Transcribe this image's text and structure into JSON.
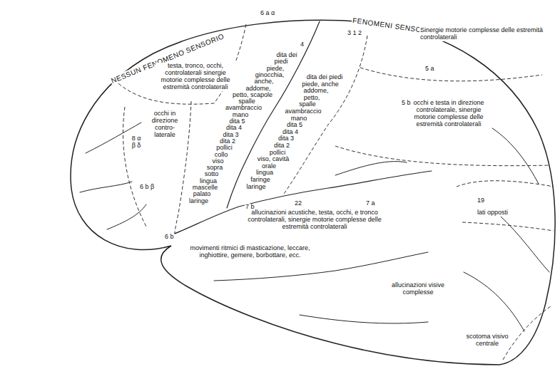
{
  "diagram": {
    "labels": [
      "NESSUN FENOMENO SENSORIO",
      "6 a α",
      "4",
      "FENOMENI SENSORI",
      "3 1 2",
      "Sinergie motorie complesse delle estremità controlaterali",
      "testa, tronco, occhi, controlaterali sinergie motorie complesse delle estremità controlaterali",
      "dita dei",
      "piedi",
      "piede,",
      "ginocchia,",
      "anche,",
      "addome,",
      "petto, scapole",
      "spalle",
      "avambraccio",
      "mano",
      "dita 5",
      "dita 4",
      "dita 3",
      "dita 2",
      "pollici",
      "collo",
      "viso",
      "sopra",
      "sotto",
      "lingua",
      "mascelle",
      "palato",
      "laringe",
      "dita dei piedi",
      "piede, anche",
      "addome,",
      "petto,",
      "spalle",
      "avambraccio",
      "mano",
      "dita 5",
      "dita 4",
      "dita 3",
      "dita 2",
      "pollici",
      "viso, cavità",
      "orale",
      "lingua",
      "faringe",
      "laringe",
      "5 a",
      "5 b",
      "occhi e testa in direzione controlaterale, sinergie motorie complesse delle estremità controlaterali",
      "8 α β δ",
      "occhi in direzione contro-laterale",
      "6 b β",
      "6 b",
      "7 b",
      "22",
      "7 a",
      "19",
      "allucinazioni acustiche, testa, occhi, e tronco controlaterali, sinergie motorie complesse delle estremità controlaterali",
      "lati opposti",
      "movimenti ritmici di masticazione, leccare, inghiottire, gemere, borbottare, ecc.",
      "allucinazioni visive complesse",
      "scotoma visivo centrale"
    ]
  }
}
